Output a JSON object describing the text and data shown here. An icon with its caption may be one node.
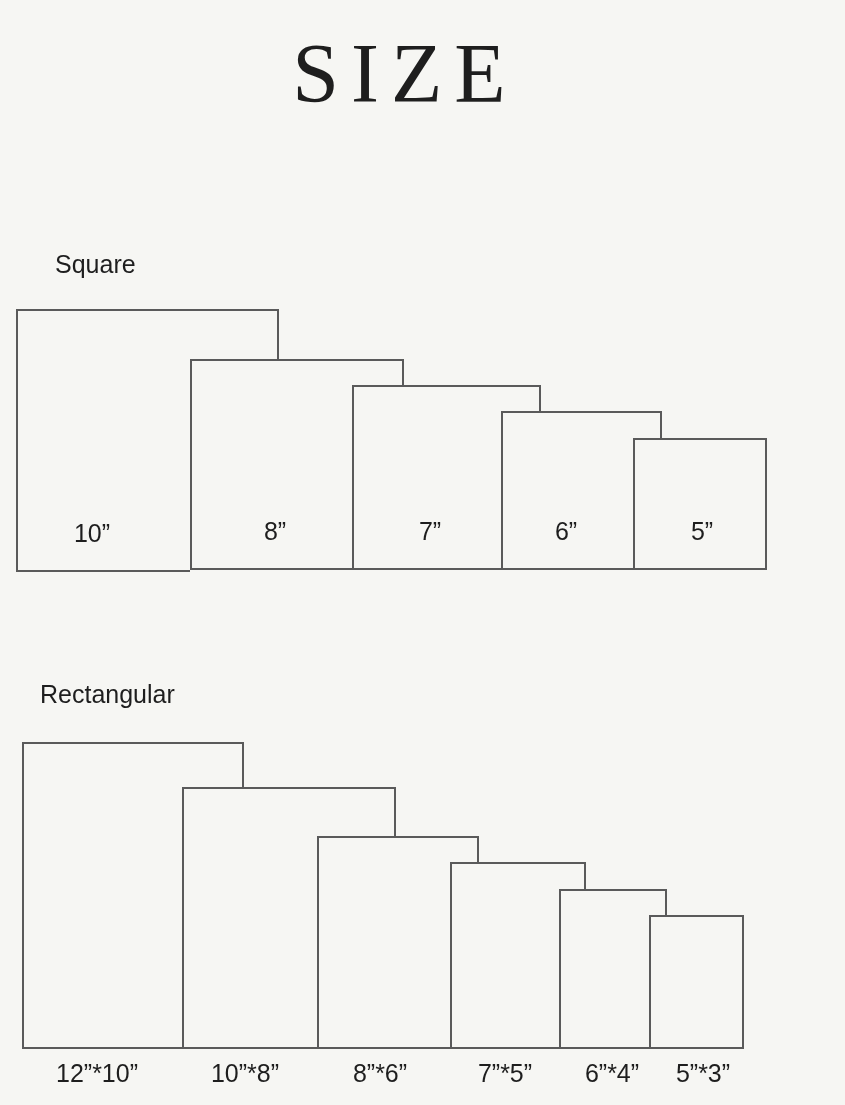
{
  "diagram": {
    "title": "SIZE",
    "nodes": [
      {
        "text": [
          "10”"
        ]
      },
      {
        "text": [
          "8”"
        ]
      },
      {
        "text": [
          "7”"
        ]
      },
      {
        "text": [
          "6”"
        ]
      },
      {
        "text": [
          "5”"
        ]
      },
      {
        "text": [
          "12”*10”"
        ]
      },
      {
        "text": [
          "10”*8”"
        ]
      },
      {
        "text": [
          "8”*6”"
        ]
      },
      {
        "text": [
          "7”*5”"
        ]
      },
      {
        "text": [
          "6”*4”"
        ]
      },
      {
        "text": [
          "5”*3”"
        ]
      }
    ],
    "labels": [
      "Square",
      "Rectangular"
    ]
  }
}
